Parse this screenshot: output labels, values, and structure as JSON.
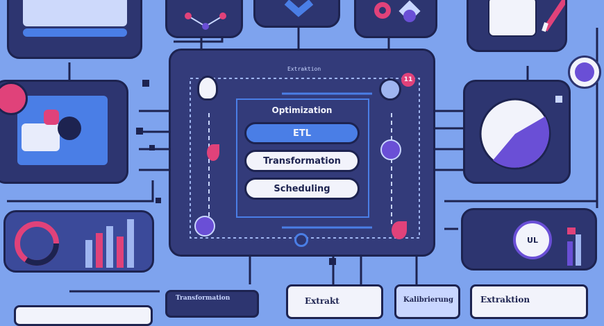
{
  "main_panel": {
    "top_label": "Extraktion",
    "title": "Optimization",
    "items": [
      {
        "label": "ETL",
        "active": true
      },
      {
        "label": "Transformation"
      },
      {
        "label": "Scheduling"
      }
    ],
    "corner_badge": "11"
  },
  "bottom_cards": {
    "left": "Transformation",
    "middle": "Extrakt",
    "right_a": "Kalibrierung",
    "right_b": "Extraktion"
  },
  "right_badge": "UL",
  "colors": {
    "background": "#7ea3ee",
    "panel": "#2d3570",
    "accent": "#4a7ee6",
    "pink": "#e0427a",
    "purple": "#6a4fd6"
  }
}
